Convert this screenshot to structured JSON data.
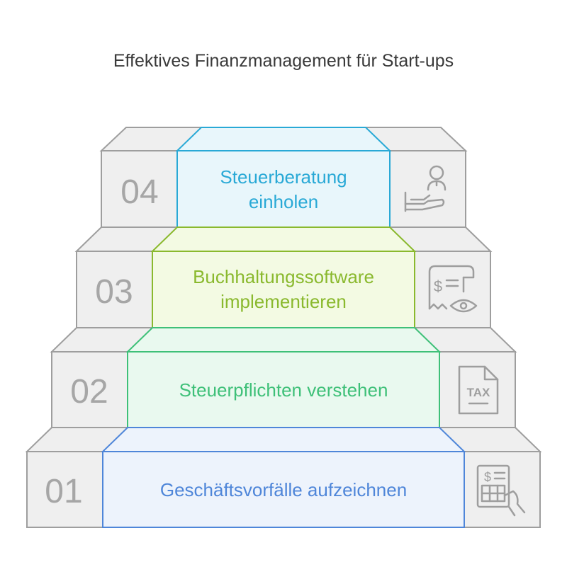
{
  "title": "Effektives Finanzmanagement für Start-ups",
  "steps": [
    {
      "number": "04",
      "line1": "Steuerberatung",
      "line2": "einholen",
      "icon": "consultant-icon",
      "color": "#29a9d6",
      "fill": "#e8f6fb"
    },
    {
      "number": "03",
      "line1": "Buchhaltungssoftware",
      "line2": "implementieren",
      "icon": "receipt-view-icon",
      "color": "#8ab92e",
      "fill": "#f3fae3"
    },
    {
      "number": "02",
      "line1": "Steuerpflichten verstehen",
      "line2": "",
      "icon": "tax-document-icon",
      "color": "#3ec078",
      "fill": "#e9f9ef"
    },
    {
      "number": "01",
      "line1": "Geschäftsvorfälle aufzeichnen",
      "line2": "",
      "icon": "accounting-calculator-icon",
      "color": "#4f86d9",
      "fill": "#edf3fc"
    }
  ],
  "icon_tax_text": "TAX",
  "icon_dollar_text": "$"
}
